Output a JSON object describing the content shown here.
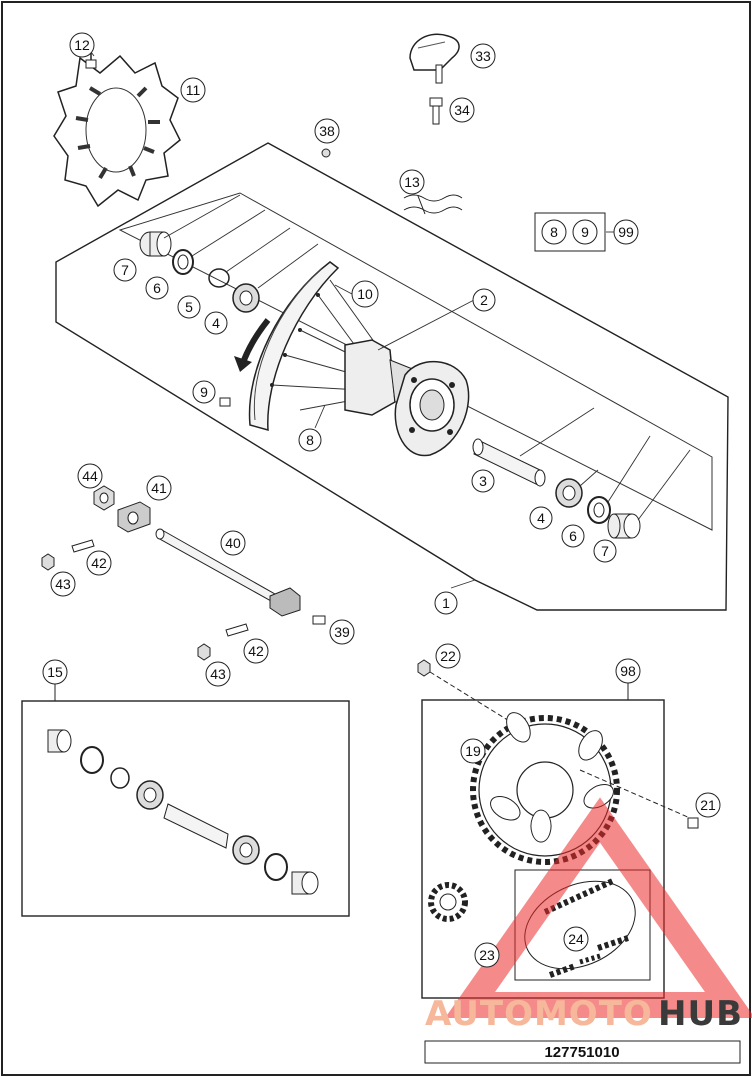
{
  "labels": {
    "l1": "1",
    "l2": "2",
    "l3": "3",
    "l4a": "4",
    "l4b": "4",
    "l5": "5",
    "l6a": "6",
    "l6b": "6",
    "l7a": "7",
    "l7b": "7",
    "l8": "8",
    "l9": "9",
    "l10": "10",
    "l11": "11",
    "l12": "12",
    "l13": "13",
    "l15": "15",
    "l19": "19",
    "l21": "21",
    "l22": "22",
    "l23": "23",
    "l24": "24",
    "l33": "33",
    "l34": "34",
    "l38": "38",
    "l39": "39",
    "l40": "40",
    "l41": "41",
    "l42a": "42",
    "l42b": "42",
    "l43a": "43",
    "l43b": "43",
    "l44": "44",
    "l98": "98",
    "l99": "99",
    "set8": "8",
    "set9": "9"
  },
  "watermark": {
    "part1": "AUTOMOTO",
    "part2": "HUB"
  },
  "reference_number": "127751010"
}
